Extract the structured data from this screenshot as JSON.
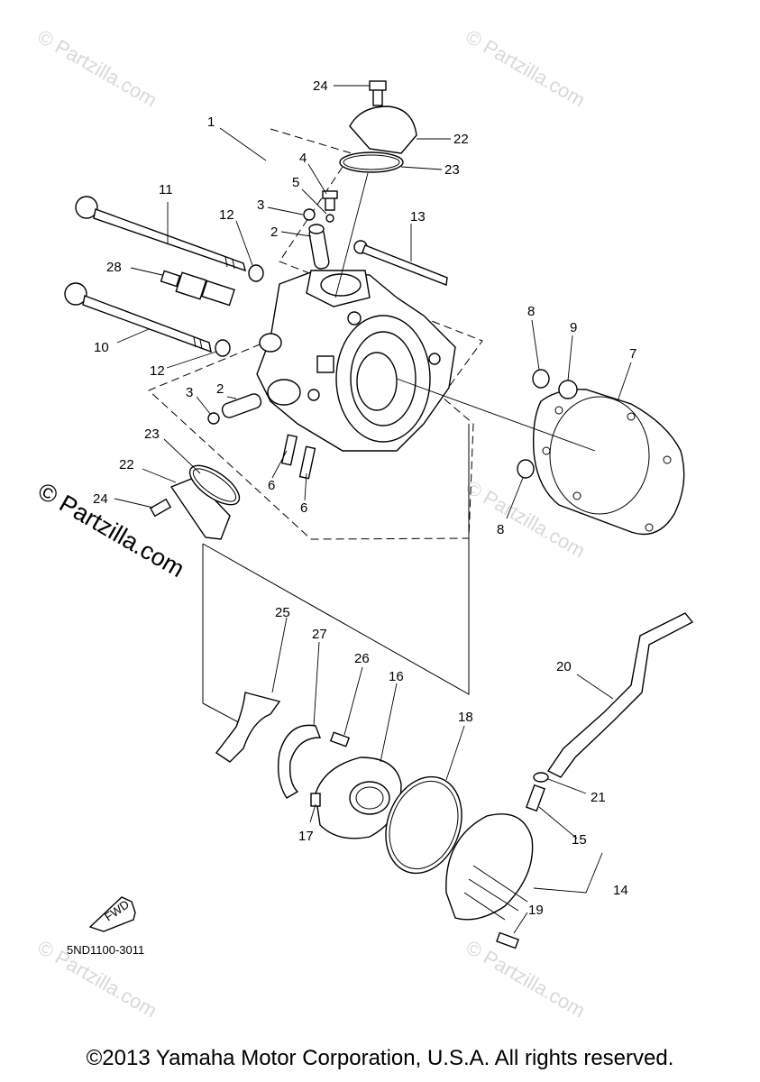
{
  "watermarks": {
    "small": "© Partzilla.com",
    "large": "© Partzilla.com"
  },
  "diagram_code": "5ND1100-3011",
  "fwd_label": "FWD",
  "copyright": "©2013 Yamaha Motor Corporation, U.S.A. All rights reserved.",
  "callouts": {
    "c1": "1",
    "c2a": "2",
    "c2b": "2",
    "c3a": "3",
    "c3b": "3",
    "c4": "4",
    "c5": "5",
    "c6a": "6",
    "c6b": "6",
    "c7": "7",
    "c8a": "8",
    "c8b": "8",
    "c9": "9",
    "c10": "10",
    "c11": "11",
    "c12a": "12",
    "c12b": "12",
    "c13": "13",
    "c14": "14",
    "c15": "15",
    "c16": "16",
    "c17": "17",
    "c18": "18",
    "c19": "19",
    "c20": "20",
    "c21": "21",
    "c22a": "22",
    "c22b": "22",
    "c23a": "23",
    "c23b": "23",
    "c24a": "24",
    "c24b": "24",
    "c25": "25",
    "c26": "26",
    "c27": "27",
    "c28": "28"
  }
}
